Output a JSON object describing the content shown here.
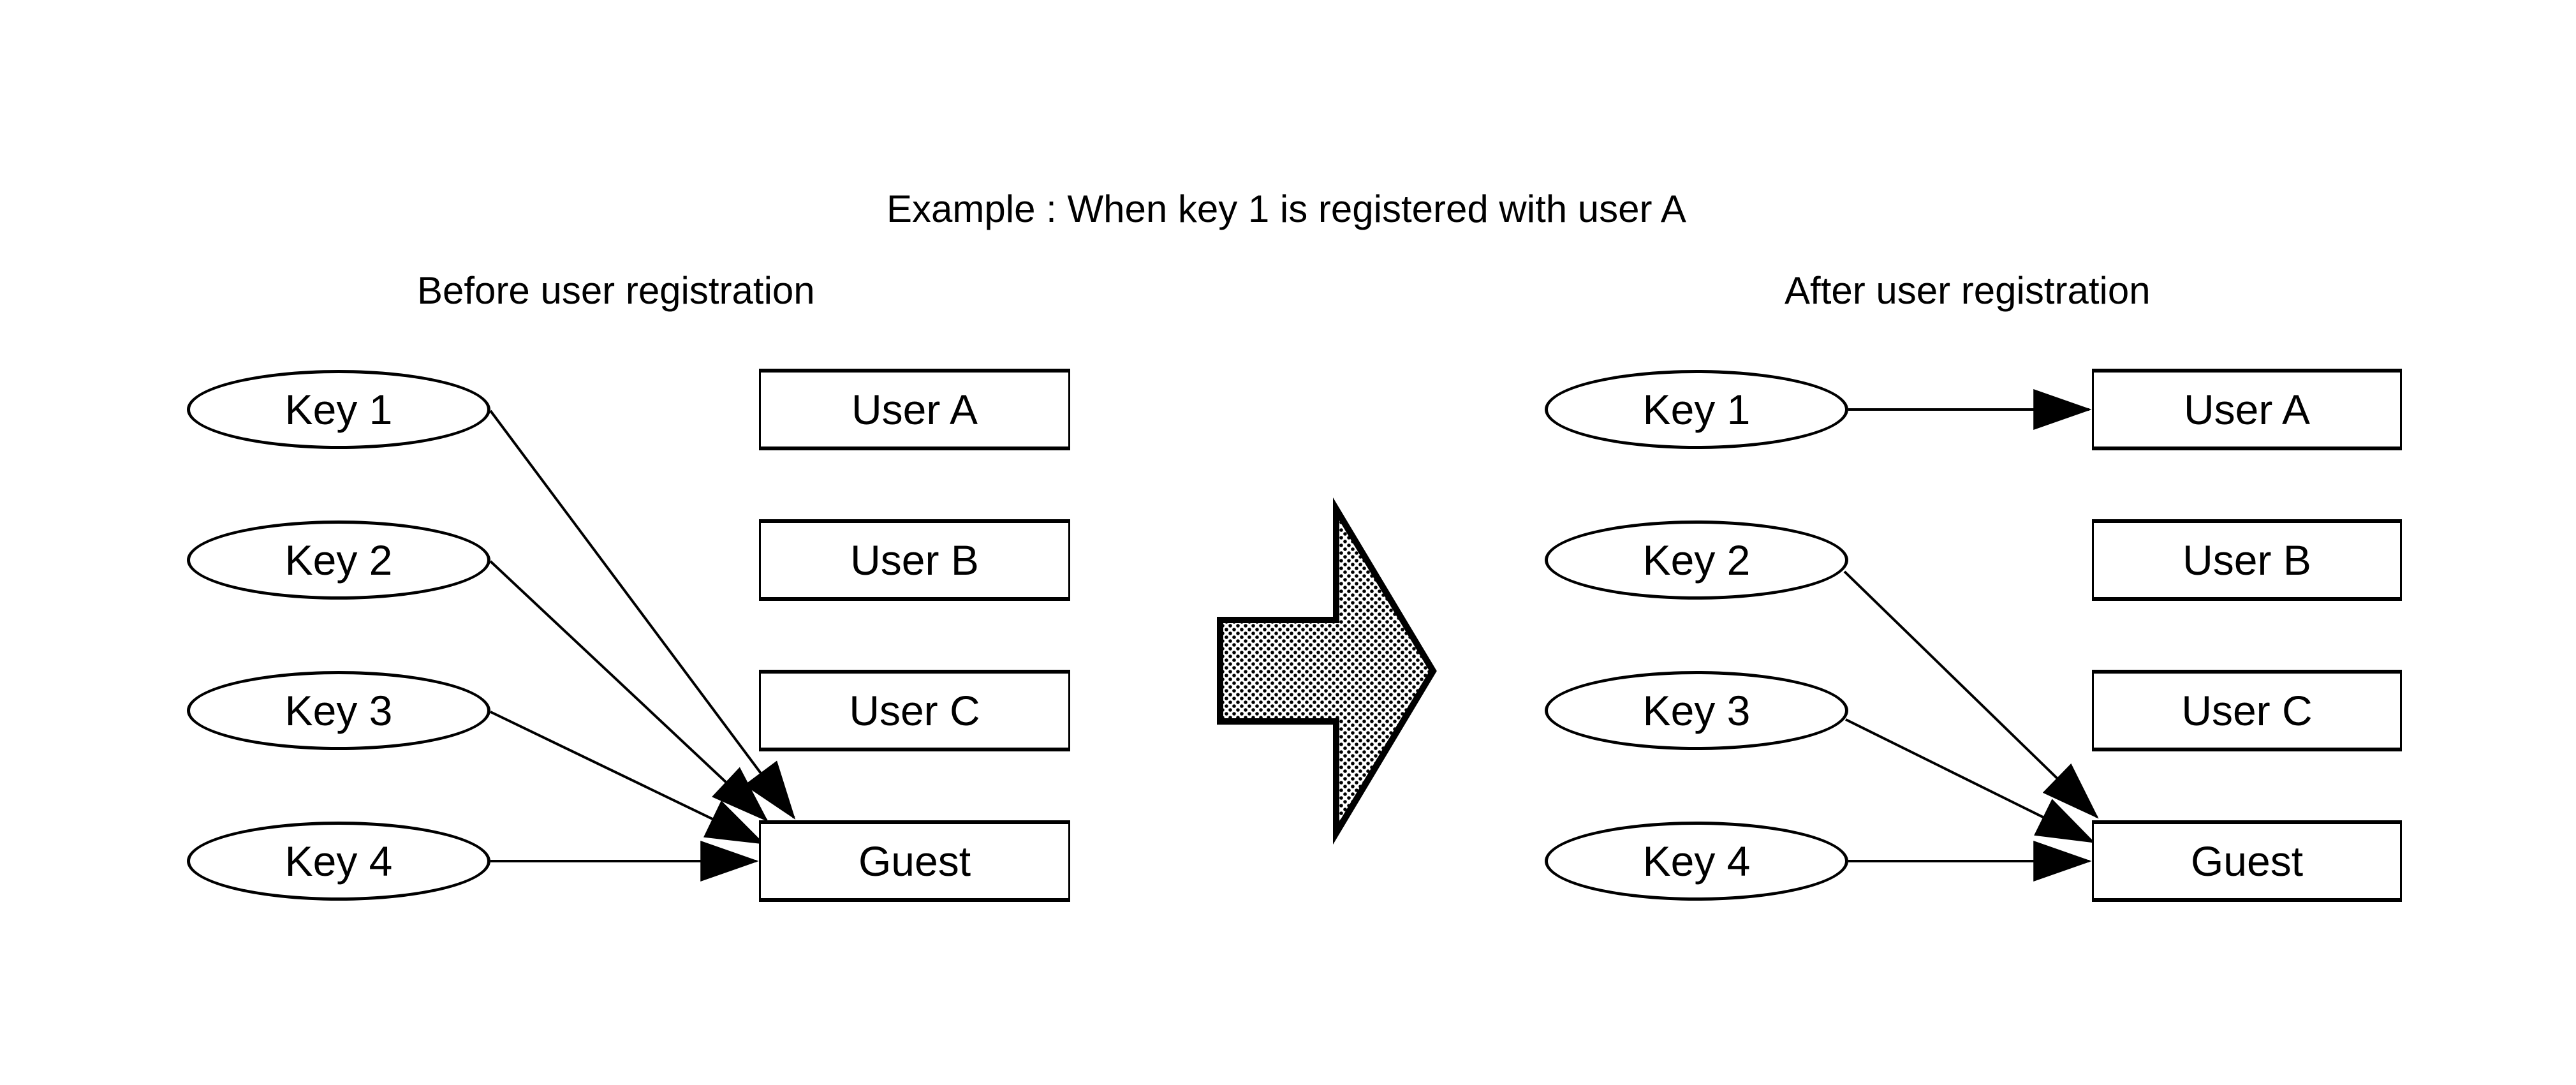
{
  "figure": {
    "title": "Example : When key 1 is registered with user A"
  },
  "panels": {
    "before": {
      "heading": "Before user registration",
      "keys": [
        "Key 1",
        "Key 2",
        "Key 3",
        "Key 4"
      ],
      "users": [
        "User A",
        "User B",
        "User C",
        "Guest"
      ],
      "mappings": [
        {
          "from": "Key 1",
          "to": "Guest"
        },
        {
          "from": "Key 2",
          "to": "Guest"
        },
        {
          "from": "Key 3",
          "to": "Guest"
        },
        {
          "from": "Key 4",
          "to": "Guest"
        }
      ]
    },
    "after": {
      "heading": "After user registration",
      "keys": [
        "Key 1",
        "Key 2",
        "Key 3",
        "Key 4"
      ],
      "users": [
        "User A",
        "User B",
        "User C",
        "Guest"
      ],
      "mappings": [
        {
          "from": "Key 1",
          "to": "User A"
        },
        {
          "from": "Key 2",
          "to": "Guest"
        },
        {
          "from": "Key 3",
          "to": "Guest"
        },
        {
          "from": "Key 4",
          "to": "Guest"
        }
      ]
    }
  },
  "colors": {
    "ink": "#000000",
    "background": "#ffffff"
  }
}
